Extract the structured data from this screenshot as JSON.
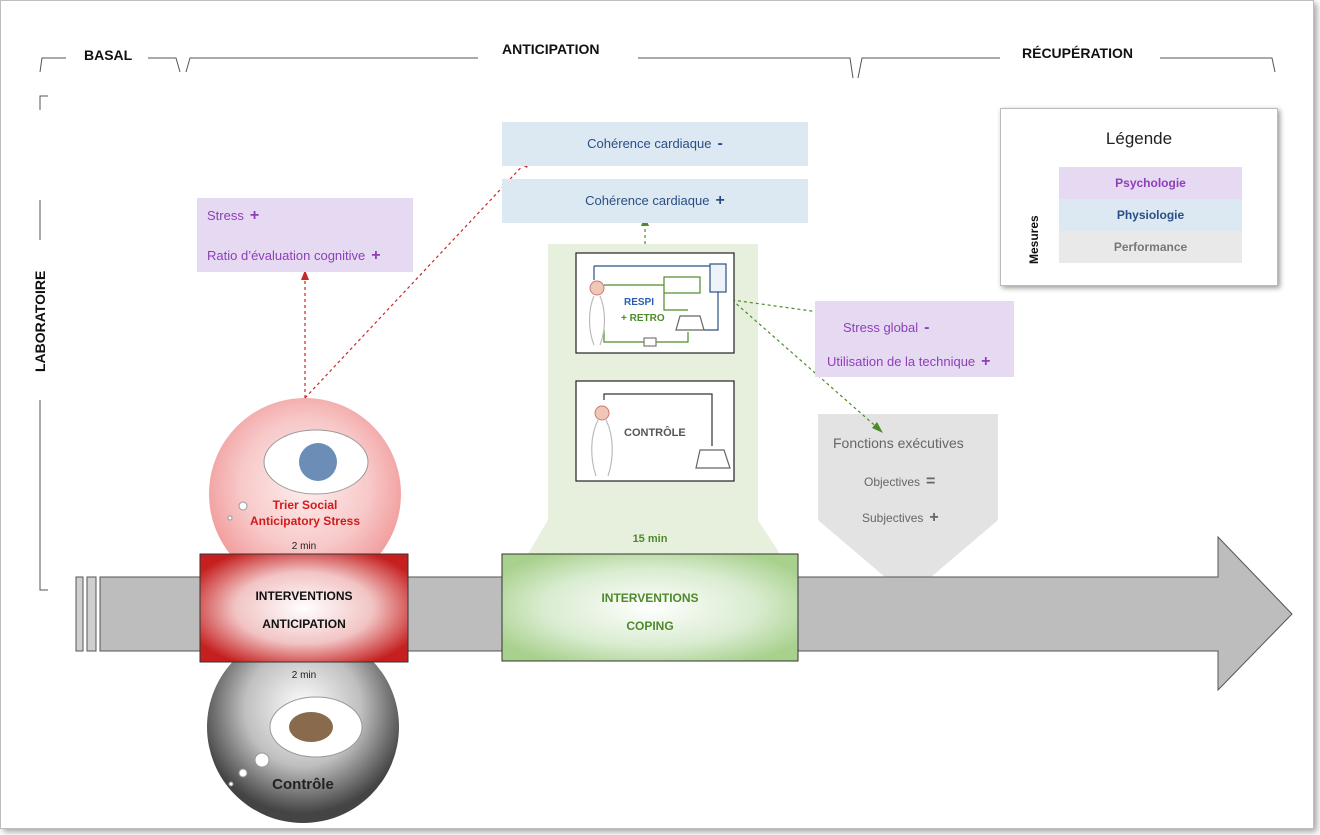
{
  "phases": {
    "basal": "BASAL",
    "anticipation": "ANTICIPATION",
    "recuperation": "RÉCUPÉRATION",
    "laboratoire": "LABORATOIRE"
  },
  "legend": {
    "title": "Légende",
    "axis_label": "Mesures",
    "items": [
      "Psychologie",
      "Physiologie",
      "Performance"
    ],
    "colors": {
      "psychologie": "#e6d9f2",
      "physiologie": "#dce8f2",
      "performance": "#e9e9e9"
    }
  },
  "anticipation_measures": {
    "stress": "Stress",
    "stress_sign": "+",
    "ratio": "Ratio d’évaluation cognitive",
    "ratio_sign": "+"
  },
  "physio_measures": {
    "coherence_minus": "Cohérence cardiaque",
    "coherence_minus_sign": "-",
    "coherence_plus": "Cohérence cardiaque",
    "coherence_plus_sign": "+"
  },
  "coping_psych": {
    "stress_global": "Stress global",
    "stress_global_sign": "-",
    "utilisation": "Utilisation de la technique",
    "utilisation_sign": "+"
  },
  "performance": {
    "title": "Fonctions exécutives",
    "objectives": "Objectives",
    "objectives_sign": "=",
    "subjectives": "Subjectives",
    "subjectives_sign": "+"
  },
  "respi_panel": {
    "line1": "RESPI",
    "line2": "+ RETRO"
  },
  "controle_panel": {
    "label": "CONTRÔLE"
  },
  "tsas": {
    "line1": "Trier Social",
    "line2": "Anticipatory Stress",
    "duration": "2 min"
  },
  "controle_circle": {
    "label": "Contrôle",
    "duration": "2 min"
  },
  "interventions_anticipation": {
    "line1": "INTERVENTIONS",
    "line2": "ANTICIPATION"
  },
  "interventions_coping": {
    "line1": "INTERVENTIONS",
    "line2": "COPING",
    "duration": "15 min"
  },
  "colors": {
    "arrow": "#bdbdbd",
    "red_accent": "#c62828",
    "green_accent": "#4e8a2a",
    "purple_text": "#8e3fb8",
    "blue_text": "#2a4f86"
  }
}
